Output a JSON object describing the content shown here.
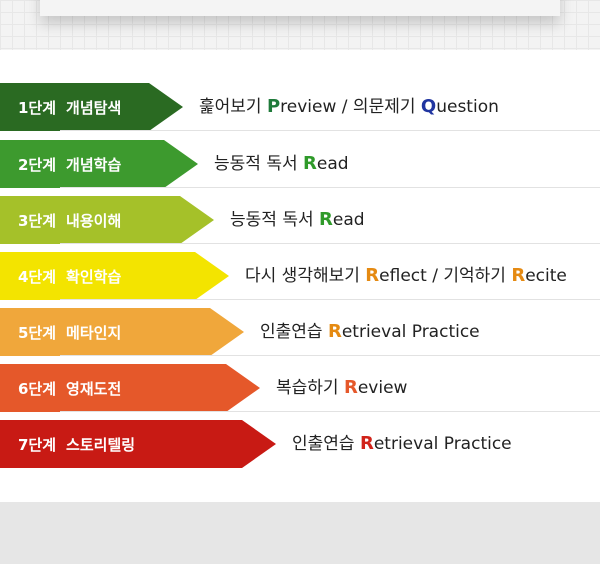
{
  "steps": [
    {
      "step": "1단계",
      "name": "개념탐색",
      "color": "#2a6a22",
      "desc": [
        {
          "t": "훑어보기 "
        },
        {
          "t": "P",
          "k": "#1f7a3a"
        },
        {
          "t": "review / 의문제기 "
        },
        {
          "t": "Q",
          "k": "#2035a0"
        },
        {
          "t": "uestion"
        }
      ]
    },
    {
      "step": "2단계",
      "name": "개념학습",
      "color": "#3d9a2e",
      "desc": [
        {
          "t": "능동적 독서 "
        },
        {
          "t": "R",
          "k": "#2f9a2a"
        },
        {
          "t": "ead"
        }
      ]
    },
    {
      "step": "3단계",
      "name": "내용이해",
      "color": "#a5c129",
      "desc": [
        {
          "t": "능동적 독서 "
        },
        {
          "t": "R",
          "k": "#2f9a2a"
        },
        {
          "t": "ead"
        }
      ]
    },
    {
      "step": "4단계",
      "name": "확인학습",
      "color": "#f3e400",
      "desc": [
        {
          "t": "다시 생각해보기 "
        },
        {
          "t": "R",
          "k": "#e58a12"
        },
        {
          "t": "eflect / 기억하기 "
        },
        {
          "t": "R",
          "k": "#e58a12"
        },
        {
          "t": "ecite"
        }
      ]
    },
    {
      "step": "5단계",
      "name": "메타인지",
      "color": "#f0a73b",
      "desc": [
        {
          "t": "인출연습 "
        },
        {
          "t": "R",
          "k": "#e58a12"
        },
        {
          "t": "etrieval Practice"
        }
      ]
    },
    {
      "step": "6단계",
      "name": "영재도전",
      "color": "#e5582a",
      "desc": [
        {
          "t": "복습하기 "
        },
        {
          "t": "R",
          "k": "#e5582a"
        },
        {
          "t": "eview"
        }
      ]
    },
    {
      "step": "7단계",
      "name": "스토리텔링",
      "color": "#c81a14",
      "desc": [
        {
          "t": "인출연습 "
        },
        {
          "t": "R",
          "k": "#d1231a"
        },
        {
          "t": "etrieval Practice"
        }
      ]
    }
  ]
}
